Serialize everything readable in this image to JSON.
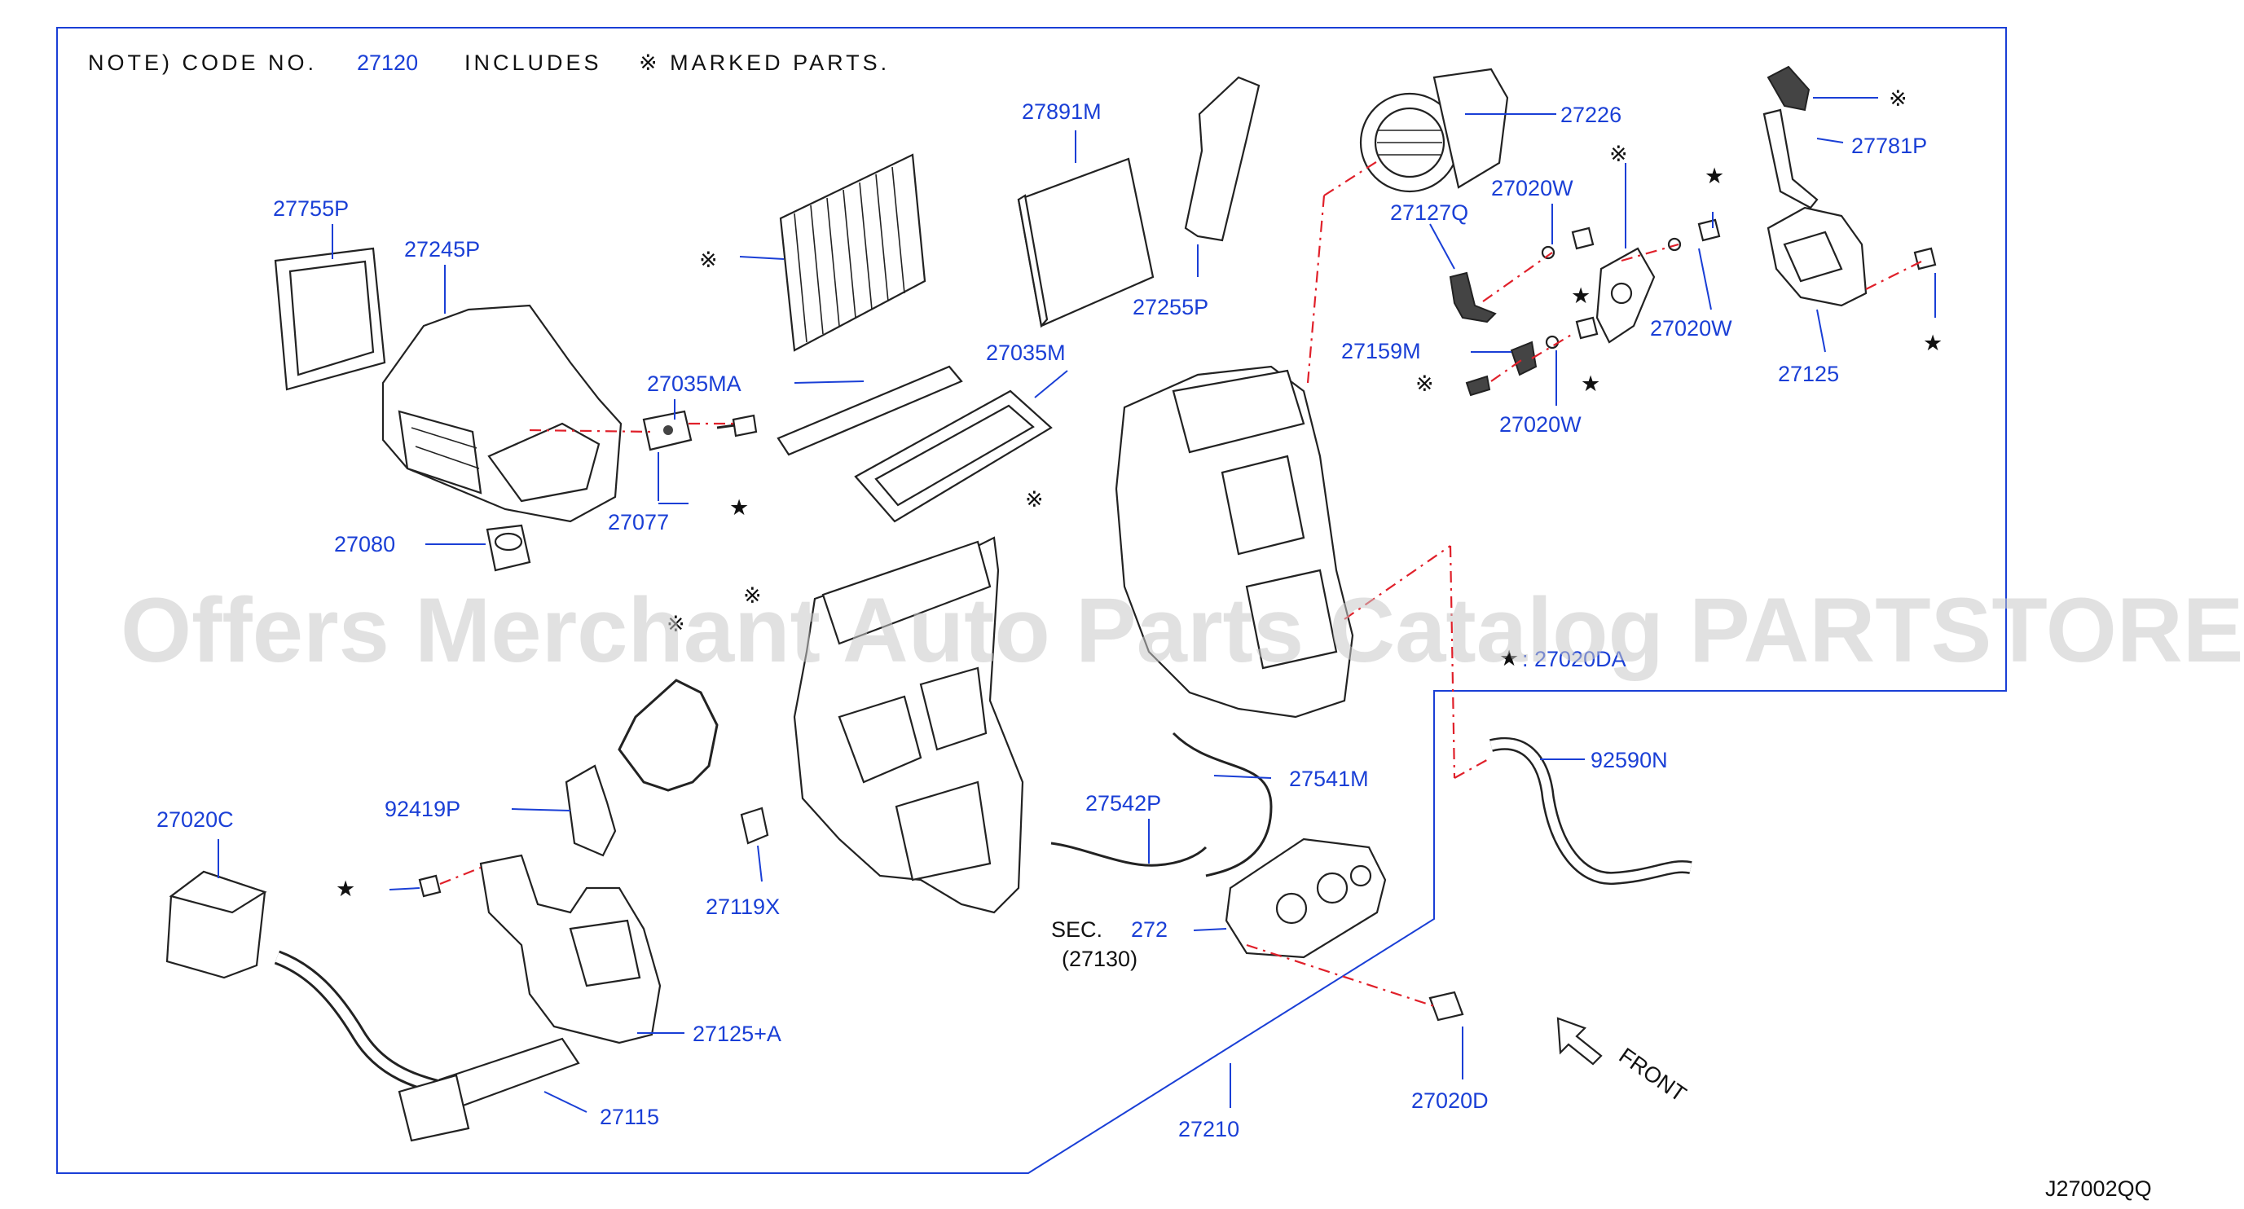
{
  "note": {
    "prefix": "NOTE)  CODE  NO.",
    "code": "27120",
    "suffix": "INCLUDES",
    "marked": "※ MARKED  PARTS."
  },
  "watermark": "Offers Merchant Auto Parts Catalog PARTSTORE.SA",
  "diagram_code": "J27002QQ",
  "symbols": {
    "mark": "※",
    "star": "★"
  },
  "labels": {
    "p27755P": "27755P",
    "p27245P": "27245P",
    "p27035MA": "27035MA",
    "p27077": "27077",
    "p27080": "27080",
    "p27891M": "27891M",
    "p27255P": "27255P",
    "p27035M": "27035M",
    "p27226": "27226",
    "p27127Q": "27127Q",
    "p27020W_a": "27020W",
    "p27020W_b": "27020W",
    "p27020W_c": "27020W",
    "p27159M": "27159M",
    "p27781P": "27781P",
    "p27125": "27125",
    "p27020DA": ": 27020DA",
    "p92590N": "92590N",
    "p27541M": "27541M",
    "p27542P": "27542P",
    "sec": "SEC.",
    "sec_num": "272",
    "p27130": "(27130)",
    "p27020D": "27020D",
    "p27210": "27210",
    "p27020C": "27020C",
    "p92419P": "92419P",
    "p27119X": "27119X",
    "p27125A": "27125+A",
    "p27115": "27115",
    "front": "FRONT"
  }
}
